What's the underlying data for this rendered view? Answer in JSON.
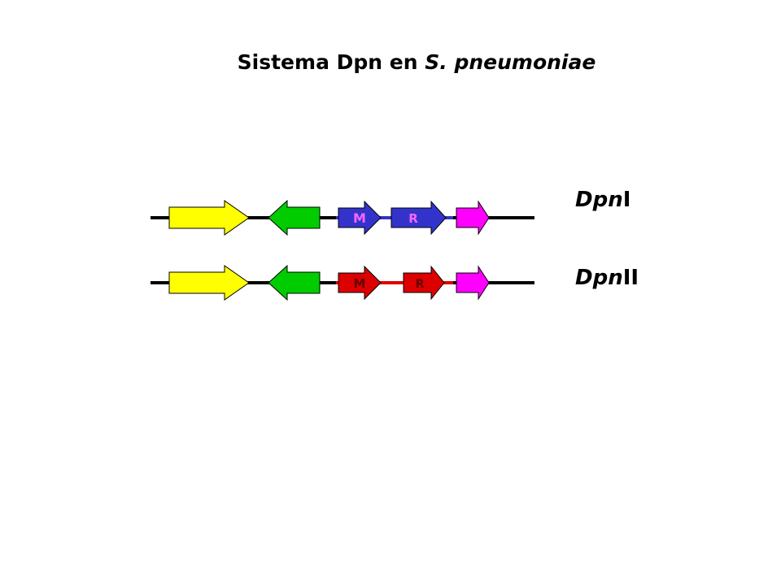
{
  "title": {
    "prefix": "Sistema Dpn en ",
    "species": "S. pneumoniae"
  },
  "loci": [
    {
      "name_italic": "Dpn",
      "name_suffix": "I",
      "genes": [
        {
          "id": "yellow",
          "color": "#ffff00",
          "dir": "right",
          "label": ""
        },
        {
          "id": "green",
          "color": "#00cc00",
          "dir": "left",
          "label": ""
        },
        {
          "id": "M",
          "color": "#3333cc",
          "dir": "right",
          "label": "M",
          "label_color": "#ff66ff"
        },
        {
          "id": "R",
          "color": "#3333cc",
          "dir": "right",
          "label": "R",
          "label_color": "#ff66ff"
        },
        {
          "id": "magenta",
          "color": "#ff00ff",
          "dir": "right",
          "label": ""
        }
      ]
    },
    {
      "name_italic": "Dpn",
      "name_suffix": "II",
      "genes": [
        {
          "id": "yellow",
          "color": "#ffff00",
          "dir": "right",
          "label": ""
        },
        {
          "id": "green",
          "color": "#00cc00",
          "dir": "left",
          "label": ""
        },
        {
          "id": "M",
          "color": "#dd0000",
          "dir": "right",
          "label": "M",
          "label_color": "#660000"
        },
        {
          "id": "R",
          "color": "#dd0000",
          "dir": "right",
          "label": "R",
          "label_color": "#660000"
        },
        {
          "id": "magenta",
          "color": "#ff00ff",
          "dir": "right",
          "label": ""
        }
      ]
    }
  ]
}
